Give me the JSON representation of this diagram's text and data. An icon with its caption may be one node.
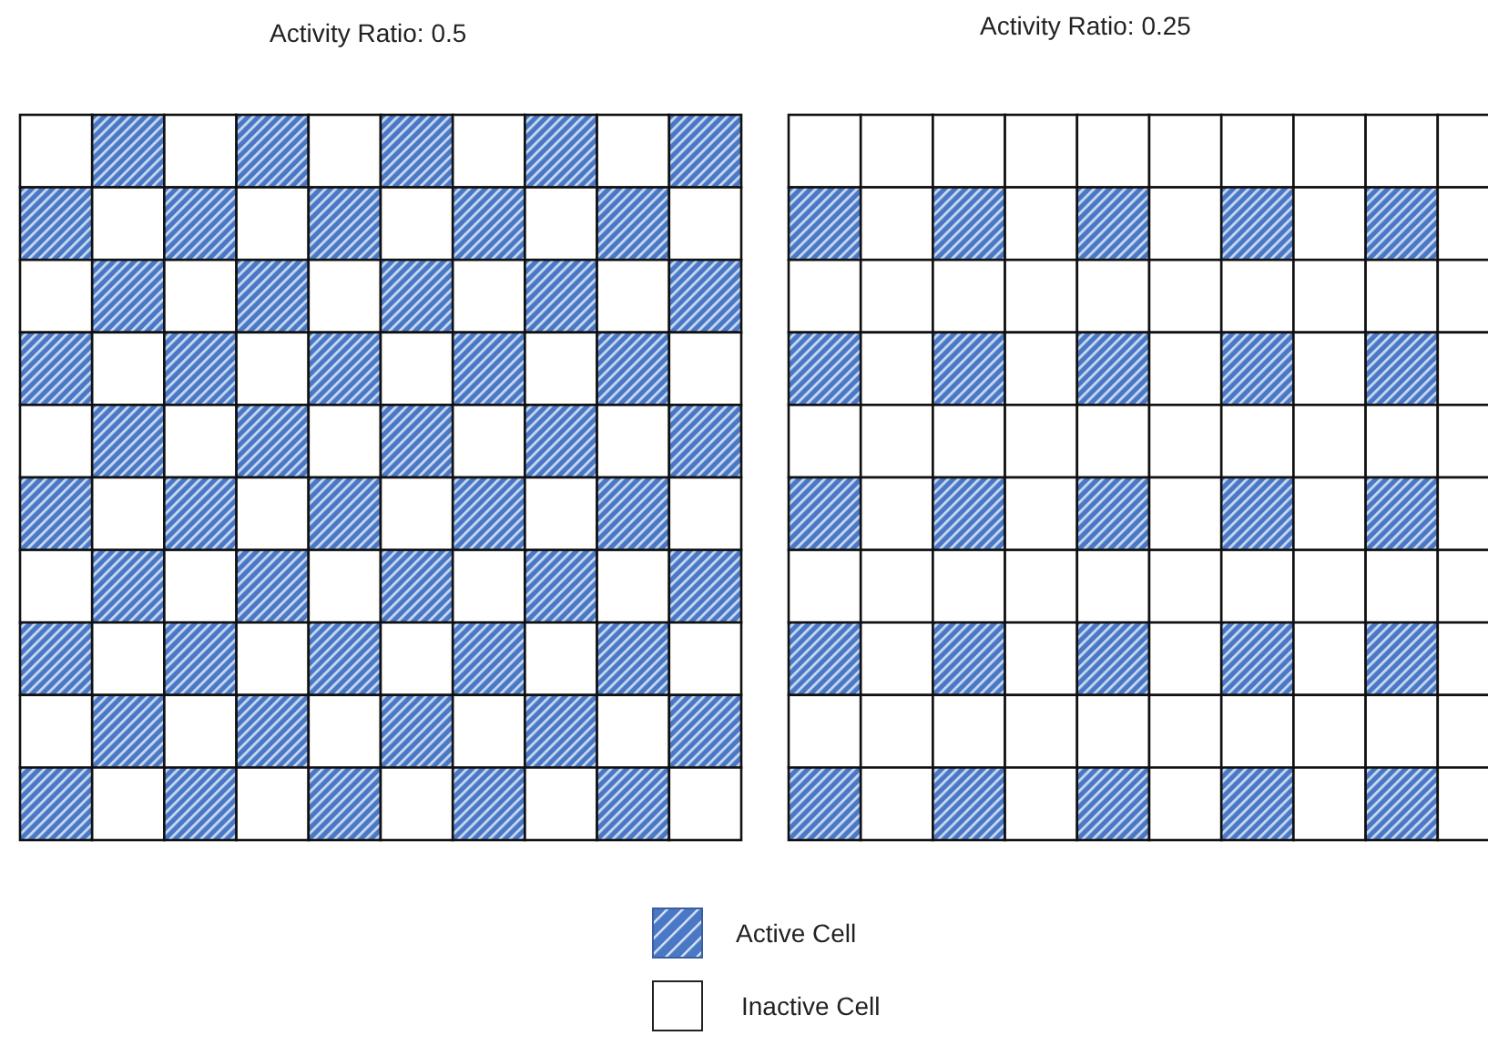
{
  "diagram": {
    "labels": [
      "Activity Ratio: 0.5",
      "Activity Ratio: 0.25"
    ],
    "legend": [
      {
        "text": "Active Cell",
        "color": "#4a78c4"
      },
      {
        "text": "Inactive Cell",
        "color": "#ffffff"
      }
    ]
  }
}
